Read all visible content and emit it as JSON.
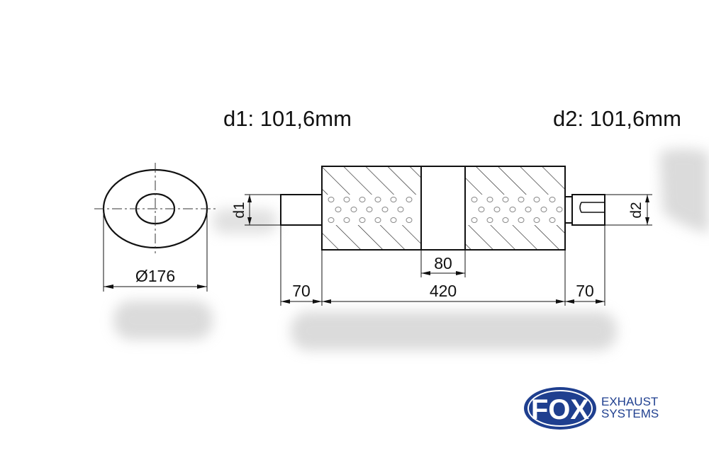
{
  "header": {
    "d1_label": "d1: 101,6mm",
    "d2_label": "d2: 101,6mm"
  },
  "end_view": {
    "diameter_label": "Ø176"
  },
  "side_view": {
    "d1_tag": "d1",
    "d2_tag": "d2",
    "center_gap": "80",
    "body_length": "420",
    "inlet_length": "70",
    "outlet_length": "70"
  },
  "logo": {
    "brand": "FOX",
    "line1": "EXHAUST",
    "line2": "SYSTEMS",
    "colors": {
      "primary": "#1f3f8f",
      "white": "#ffffff"
    }
  },
  "colors": {
    "ink": "#111111",
    "shadow": "#cfcfcf"
  }
}
